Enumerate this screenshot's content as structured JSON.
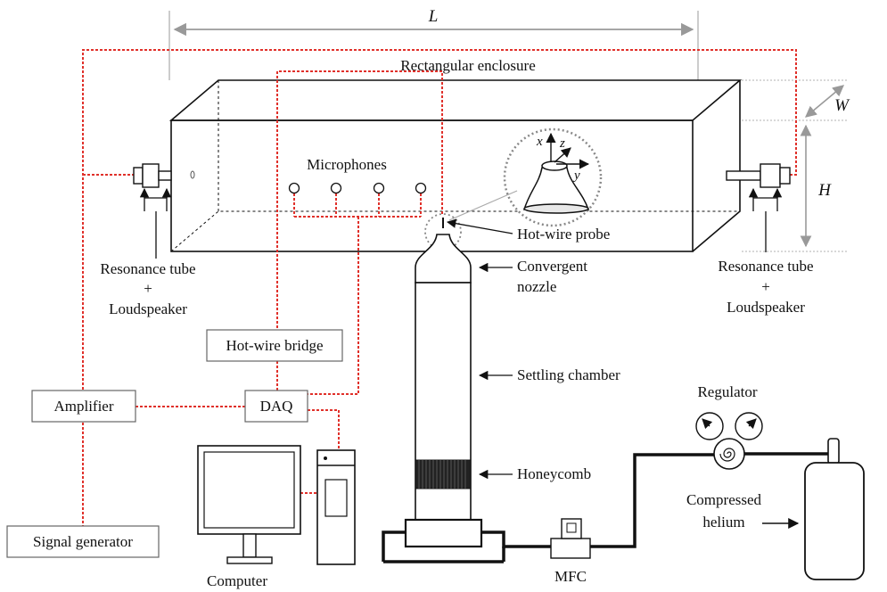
{
  "dimensions": {
    "length": "L",
    "width": "W",
    "height": "H"
  },
  "labels": {
    "enclosure": "Rectangular enclosure",
    "microphones": "Microphones",
    "hotwire_probe": "Hot-wire probe",
    "convergent_nozzle_1": "Convergent",
    "convergent_nozzle_2": "nozzle",
    "settling_chamber": "Settling chamber",
    "honeycomb": "Honeycomb",
    "regulator": "Regulator",
    "compressed_helium_1": "Compressed",
    "compressed_helium_2": "helium",
    "mfc": "MFC",
    "computer": "Computer",
    "res_left_1": "Resonance tube",
    "res_left_2": "+",
    "res_left_3": "Loudspeaker",
    "res_right_1": "Resonance tube",
    "res_right_2": "+",
    "res_right_3": "Loudspeaker"
  },
  "axes": {
    "x": "x",
    "y": "y",
    "z": "z"
  },
  "boxes": {
    "hotwire_bridge": "Hot-wire bridge",
    "daq": "DAQ",
    "amplifier": "Amplifier",
    "signal_generator": "Signal generator"
  },
  "colors": {
    "signal_line": "#e0302a",
    "outline": "#111111",
    "dimension": "#999999"
  }
}
